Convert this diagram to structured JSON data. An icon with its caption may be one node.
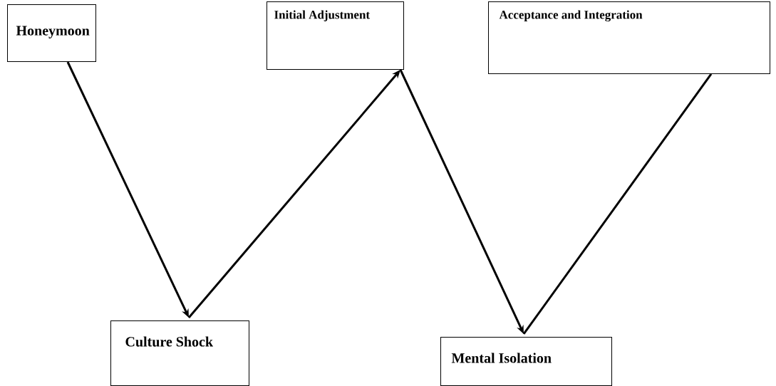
{
  "diagram": {
    "nodes": [
      {
        "text": [
          "Honeymoon"
        ]
      },
      {
        "text": [
          "Initial Adjustment"
        ]
      },
      {
        "text": [
          "Acceptance and Integration"
        ]
      },
      {
        "text": [
          "Culture Shock"
        ]
      },
      {
        "text": [
          "Mental Isolation"
        ]
      }
    ],
    "edges": [
      {
        "from": 0,
        "to": 3,
        "arrow": "to"
      },
      {
        "from": 3,
        "to": 1,
        "arrow": "to"
      },
      {
        "from": 1,
        "to": 4,
        "arrow": "to"
      },
      {
        "from": 2,
        "to": 4,
        "arrow": "none"
      }
    ]
  }
}
